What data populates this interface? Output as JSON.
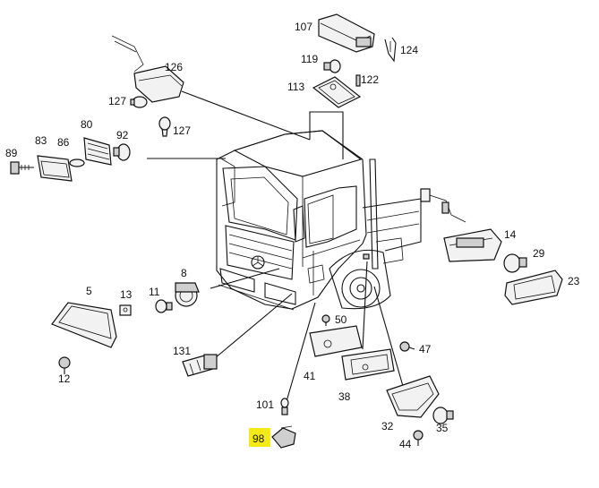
{
  "diagram": {
    "highlight_color": "#f6ea16",
    "parts": [
      {
        "id": "p89",
        "label": "89"
      },
      {
        "id": "p83",
        "label": "83"
      },
      {
        "id": "p86",
        "label": "86"
      },
      {
        "id": "p80",
        "label": "80"
      },
      {
        "id": "p92",
        "label": "92"
      },
      {
        "id": "p127a",
        "label": "127"
      },
      {
        "id": "p126",
        "label": "126"
      },
      {
        "id": "p127b",
        "label": "127"
      },
      {
        "id": "p107",
        "label": "107"
      },
      {
        "id": "p124",
        "label": "124"
      },
      {
        "id": "p119",
        "label": "119"
      },
      {
        "id": "p122",
        "label": "122"
      },
      {
        "id": "p113",
        "label": "113"
      },
      {
        "id": "p14",
        "label": "14"
      },
      {
        "id": "p29",
        "label": "29"
      },
      {
        "id": "p23",
        "label": "23"
      },
      {
        "id": "p5",
        "label": "5"
      },
      {
        "id": "p13",
        "label": "13"
      },
      {
        "id": "p11",
        "label": "11"
      },
      {
        "id": "p8",
        "label": "8"
      },
      {
        "id": "p12",
        "label": "12"
      },
      {
        "id": "p131",
        "label": "131"
      },
      {
        "id": "p50",
        "label": "50"
      },
      {
        "id": "p47",
        "label": "47"
      },
      {
        "id": "p41",
        "label": "41"
      },
      {
        "id": "p38",
        "label": "38"
      },
      {
        "id": "p101",
        "label": "101"
      },
      {
        "id": "p98",
        "label": "98"
      },
      {
        "id": "p32",
        "label": "32"
      },
      {
        "id": "p35",
        "label": "35"
      },
      {
        "id": "p44",
        "label": "44"
      }
    ]
  }
}
